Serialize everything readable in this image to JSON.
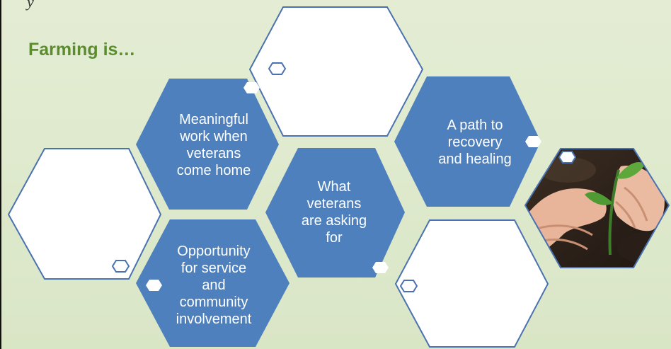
{
  "slide": {
    "heading": "Farming is…",
    "top_fragment": "y",
    "colors": {
      "background": "#dce8c8",
      "hex_fill": "#4e80bd",
      "hex_outline": "#4a72b0",
      "empty_hex_fill": "#ffffff",
      "heading": "#5b8c2e",
      "text": "#ffffff"
    },
    "hexagons": [
      {
        "id": "meaningful-work",
        "style": "filled",
        "lines": [
          "Meaningful",
          "work when",
          "veterans",
          "come home"
        ]
      },
      {
        "id": "what-veterans-ask",
        "style": "filled",
        "lines": [
          "What",
          "veterans",
          "are asking",
          "for"
        ]
      },
      {
        "id": "path-to-recovery",
        "style": "filled",
        "lines": [
          "A path to",
          "recovery",
          "and healing"
        ]
      },
      {
        "id": "opportunity-service",
        "style": "filled",
        "lines": [
          "Opportunity",
          "for service",
          "and",
          "community",
          "involvement"
        ]
      },
      {
        "id": "empty-top",
        "style": "outline",
        "lines": []
      },
      {
        "id": "empty-left",
        "style": "outline",
        "lines": []
      },
      {
        "id": "empty-bottom-right",
        "style": "outline",
        "lines": []
      },
      {
        "id": "photo-hex",
        "style": "photo",
        "lines": [],
        "image": "hands-planting-seedling"
      }
    ]
  }
}
